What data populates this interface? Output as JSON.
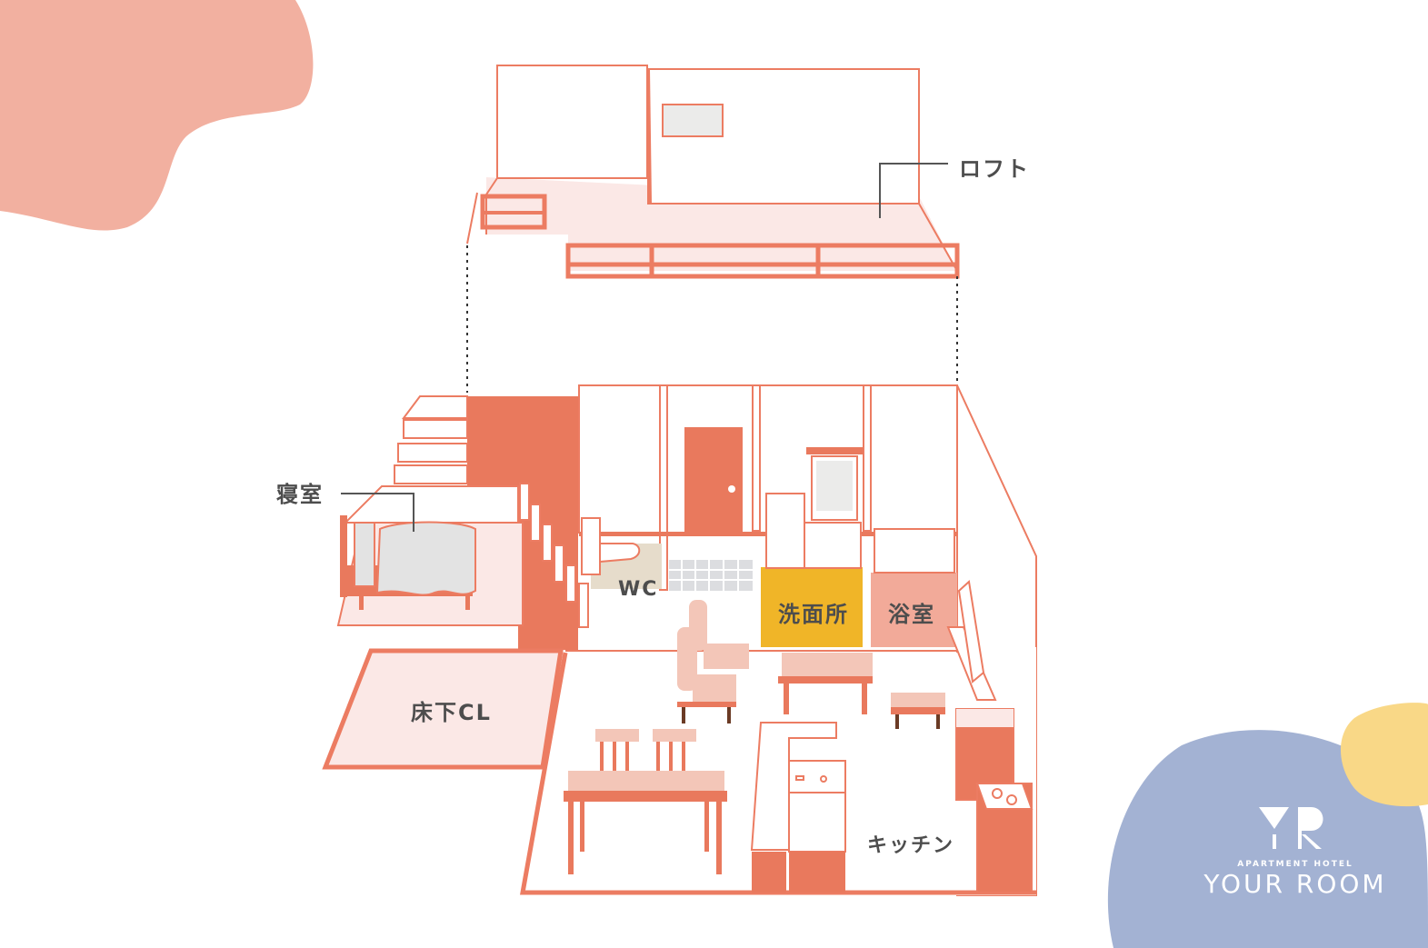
{
  "diagram": {
    "type": "isometric-floor-plan",
    "rooms": [
      {
        "id": "loft",
        "label": "ロフト"
      },
      {
        "id": "bedroom",
        "label": "寝室"
      },
      {
        "id": "wc",
        "label": "WC"
      },
      {
        "id": "washroom",
        "label": "洗面所"
      },
      {
        "id": "bathroom",
        "label": "浴室"
      },
      {
        "id": "underfloor-closet",
        "label": "床下CL"
      },
      {
        "id": "kitchen",
        "label": "キッチン"
      }
    ],
    "colors": {
      "wall_line": "#ec7c62",
      "wall_fill": "#e9795d",
      "floor_pink": "#fbe8e6",
      "washroom_yellow": "#f0b528",
      "bathroom_pink": "#f2aa99",
      "wc_beige": "#e6dccb",
      "bedding_gray": "#e3e3e3",
      "blob_pink": "#f2b0a0",
      "blob_blue": "#a3b2d3",
      "blob_yellow": "#f9d887",
      "label_text": "#4d4d4d"
    }
  },
  "labels": {
    "loft": "ロフト",
    "bedroom": "寝室",
    "wc": "WC",
    "washroom": "洗面所",
    "bathroom": "浴室",
    "underfloor_closet": "床下CL",
    "kitchen": "キッチン"
  },
  "logo": {
    "mark": "YR",
    "subtitle": "APARTMENT HOTEL",
    "title": "YOUR ROOM"
  }
}
